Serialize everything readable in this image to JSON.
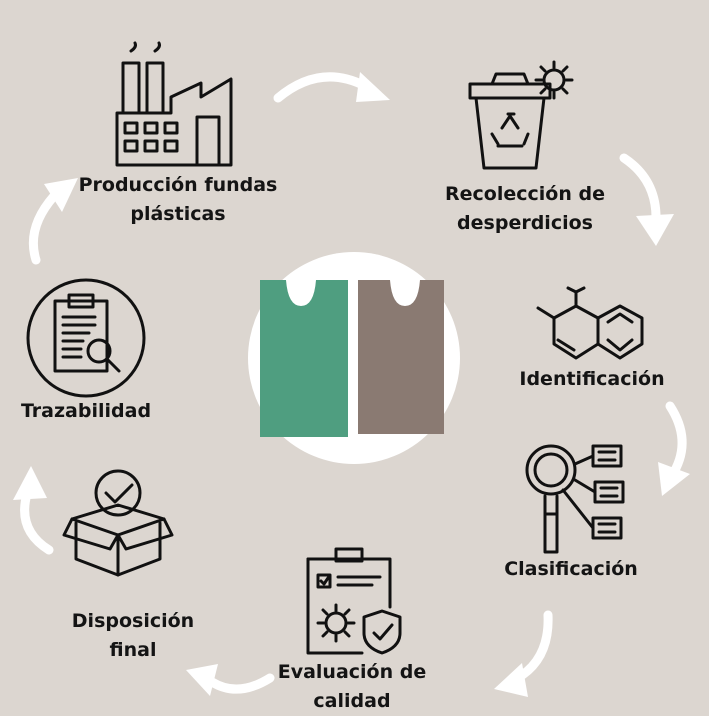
{
  "diagram": {
    "colors": {
      "background": "#dcd6d0",
      "circle": "#ffffff",
      "bag_green": "#4f9e80",
      "bag_brown": "#8a7a72",
      "arrow": "#ffffff",
      "ink": "#111111"
    },
    "steps": [
      {
        "line1": "Producción fundas",
        "line2": "plásticas",
        "icon": "factory-icon"
      },
      {
        "line1": "Recolección de",
        "line2": "desperdicios",
        "icon": "recycle-bin-gear-icon"
      },
      {
        "line1": "Identificación",
        "icon": "molecule-icon"
      },
      {
        "line1": "Clasificación",
        "icon": "magnifier-list-icon"
      },
      {
        "line1": "Evaluación de",
        "line2": "calidad",
        "icon": "clipboard-gear-shield-icon"
      },
      {
        "line1": "Disposición",
        "line2": "final",
        "icon": "box-check-icon"
      },
      {
        "line1": "Trazabilidad",
        "icon": "clipboard-search-icon"
      }
    ],
    "center": {
      "icon": "plastic-bags-icon"
    }
  }
}
